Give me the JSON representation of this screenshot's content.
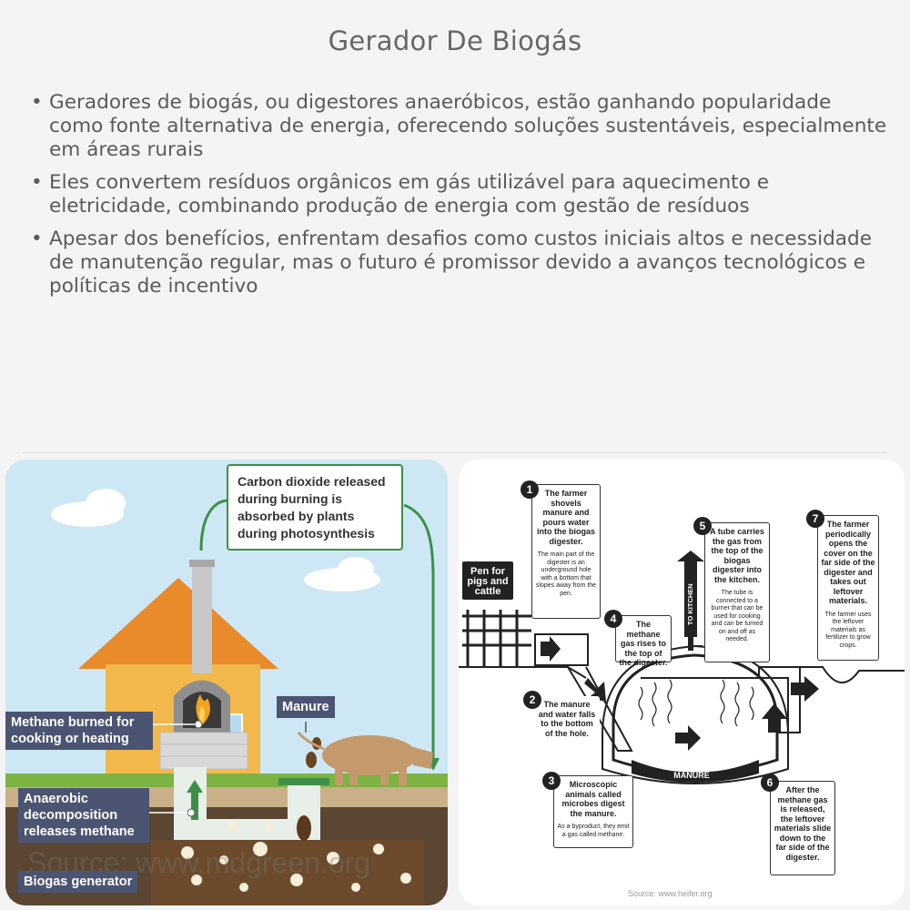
{
  "title": "Gerador De Biogás",
  "bullets": [
    "Geradores de biogás, ou digestores anaeróbicos, estão ganhando popularidade como fonte alternativa de energia, oferecendo soluções sustentáveis, especialmente em áreas rurais",
    "Eles convertem resíduos orgânicos em gás utilizável para aquecimento e eletricidade, combinando produção de energia com gestão de resíduos",
    "Apesar dos benefícios, enfrentam desafios como custos iniciais altos e necessidade de manutenção regular, mas o futuro é promissor devido a avanços tecnológicos e políticas de incentivo"
  ],
  "left_diagram": {
    "callout": "Carbon dioxide released during burning is absorbed by plants during photosynthesis",
    "methane_label": "Methane burned for cooking or heating",
    "manure_label": "Manure",
    "anaerobic_label": "Anaerobic decomposition releases methane",
    "generator_label": "Biogas generator",
    "watermark": "Source: www.mdgreen.org"
  },
  "right_diagram": {
    "pen_label": "Pen for pigs and cattle",
    "kitchen_label": "TO KITCHEN",
    "manure_label": "MANURE",
    "source": "Source: www.heifer.org",
    "steps": [
      {
        "n": "1",
        "head": "The farmer shovels manure and pours water into the biogas digester.",
        "sub": "The main part of the digester is an underground hole with a bottom that slopes away from the pen."
      },
      {
        "n": "2",
        "head": "The manure and water falls to the bottom of the hole.",
        "sub": ""
      },
      {
        "n": "3",
        "head": "Microscopic animals called microbes digest the manure.",
        "sub": "As a byproduct, they emit a gas called methane."
      },
      {
        "n": "4",
        "head": "The methane gas rises to the top of the digester.",
        "sub": ""
      },
      {
        "n": "5",
        "head": "A tube carries the gas from the top of the biogas digester into the kitchen.",
        "sub": "The tube is connected to a burner that can be used for cooking and can be turned on and off as needed."
      },
      {
        "n": "6",
        "head": "After the methane gas is released, the leftover materials slide down to the far side of the digester.",
        "sub": ""
      },
      {
        "n": "7",
        "head": "The farmer periodically opens the cover on the far side of the digester and takes out leftover materials.",
        "sub": "The farmer uses the leftover materials as fertilizer to grow crops."
      }
    ]
  },
  "colors": {
    "sky": "#cde8f4",
    "house": "#f2b84b",
    "roof": "#e98a2b",
    "ground": "#5a4632",
    "green": "#3d8f47",
    "label_bg": "#4b5572"
  }
}
